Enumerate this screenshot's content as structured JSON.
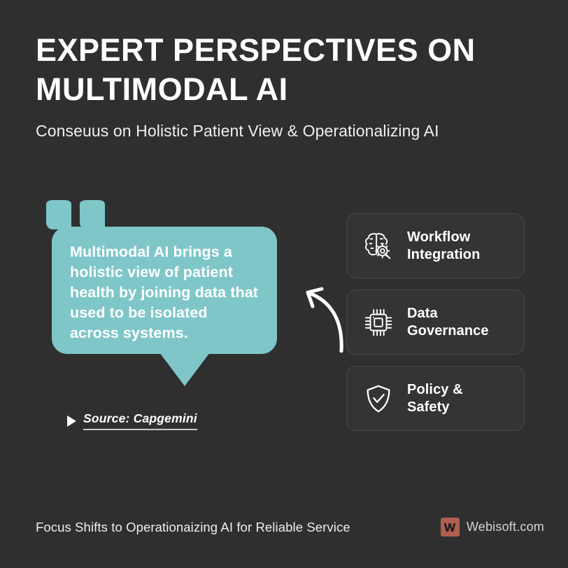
{
  "page": {
    "background_color": "#2f2f2f",
    "accent_color": "#7fc6c8",
    "brand_color": "#b0604f"
  },
  "header": {
    "title_line1": "EXPERT PERSPECTIVES ON",
    "title_line2": "MULTIMODAL AI",
    "subtitle": "Conseuus on Holistic Patient View & Operationalizing AI"
  },
  "quote": {
    "text": "Multimodal AI brings a holistic view of patient health by joining data that used to be isolated across systems.",
    "quote_mark_icon": "open-quote-icon",
    "bubble_color": "#7fc6c8"
  },
  "source": {
    "icon": "play-triangle-icon",
    "label": "Source: Capgemini"
  },
  "arrow": {
    "icon": "curved-arrow-up-left-icon"
  },
  "cards": [
    {
      "icon": "brain-gear-icon",
      "line1": "Workflow",
      "line2": "Integration"
    },
    {
      "icon": "cpu-chip-icon",
      "line1": "Data",
      "line2": "Governance"
    },
    {
      "icon": "shield-check-icon",
      "line1": "Policy &",
      "line2": "Safety"
    }
  ],
  "footer": {
    "note": "Focus Shifts to Operationaizing AI for Reliable Service",
    "brand_mark_icon": "webisoft-w-logo-icon",
    "brand_name": "Webisoft.com"
  }
}
